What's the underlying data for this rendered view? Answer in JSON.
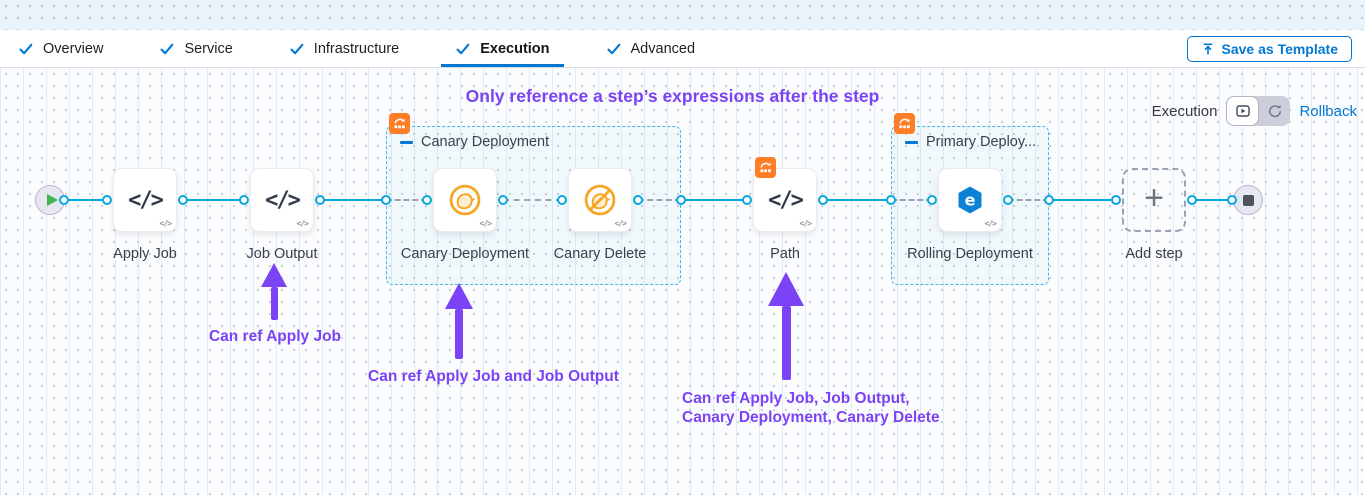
{
  "header": {
    "tabs": [
      {
        "label": "Overview"
      },
      {
        "label": "Service"
      },
      {
        "label": "Infrastructure"
      },
      {
        "label": "Execution"
      },
      {
        "label": "Advanced"
      }
    ],
    "active_tab": "Execution",
    "save_button": "Save as Template"
  },
  "canvas": {
    "title": "Only reference a step’s expressions after the step",
    "mode": {
      "label": "Execution",
      "rollback": "Rollback"
    }
  },
  "pipeline": {
    "start_icon": "play-icon",
    "end_icon": "stop-icon",
    "groups": [
      {
        "label": "Canary Deployment",
        "badge_icon": "rollout-strategy-badge-icon"
      },
      {
        "label": "Primary Deploy...",
        "badge_icon": "rollout-strategy-badge-icon"
      }
    ],
    "nodes": [
      {
        "label": "Apply Job",
        "icon": "code-icon"
      },
      {
        "label": "Job Output",
        "icon": "code-icon"
      },
      {
        "label": "Canary Deployment",
        "icon": "canary-bird-icon"
      },
      {
        "label": "Canary Delete",
        "icon": "canary-bird-slash-icon"
      },
      {
        "label": "Path",
        "icon": "code-icon",
        "badge_icon": "rollout-strategy-badge-icon"
      },
      {
        "label": "Rolling Deployment",
        "icon": "rolling-deployment-icon"
      },
      {
        "label": "Add step",
        "icon": "plus-icon"
      }
    ]
  },
  "annotations": {
    "notes": [
      {
        "text": "Can ref Apply Job"
      },
      {
        "text": "Can ref Apply Job and Job Output"
      },
      {
        "text": "Can ref Apply Job, Job Output,\nCanary Deployment, Canary Delete"
      }
    ]
  },
  "glyphs": {
    "code": "</>",
    "code_small": "</>",
    "plus": "+",
    "rolling_letter": "e"
  },
  "colors": {
    "accent_blue": "#0278d5",
    "connector_blue": "#0aa6e0",
    "annotation_purple": "#7b42f6",
    "badge_orange": "#ff7d27",
    "canary_orange": "#f5a623",
    "rolling_blue": "#0b82d8"
  }
}
